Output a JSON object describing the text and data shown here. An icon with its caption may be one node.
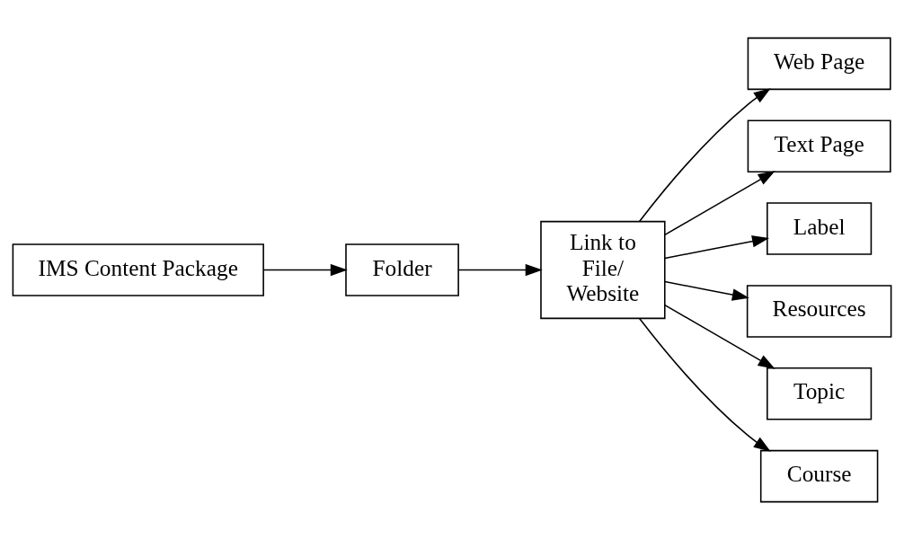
{
  "diagram": {
    "nodes": [
      {
        "text": [
          "IMS Content Package"
        ]
      },
      {
        "text": [
          "Folder"
        ]
      },
      {
        "text": [
          "Link to File/ Website"
        ]
      },
      {
        "text": [
          "Web Page"
        ]
      },
      {
        "text": [
          "Text Page"
        ]
      },
      {
        "text": [
          "Label"
        ]
      },
      {
        "text": [
          "Resources"
        ]
      },
      {
        "text": [
          "Topic"
        ]
      },
      {
        "text": [
          "Course"
        ]
      }
    ],
    "edges": [
      {
        "from": 0,
        "to": 1,
        "arrow": "to"
      },
      {
        "from": 1,
        "to": 2,
        "arrow": "to"
      },
      {
        "from": 2,
        "to": 3,
        "arrow": "to"
      },
      {
        "from": 2,
        "to": 4,
        "arrow": "to"
      },
      {
        "from": 2,
        "to": 5,
        "arrow": "to"
      },
      {
        "from": 2,
        "to": 6,
        "arrow": "to"
      },
      {
        "from": 2,
        "to": 7,
        "arrow": "to"
      },
      {
        "from": 2,
        "to": 8,
        "arrow": "to"
      }
    ]
  }
}
